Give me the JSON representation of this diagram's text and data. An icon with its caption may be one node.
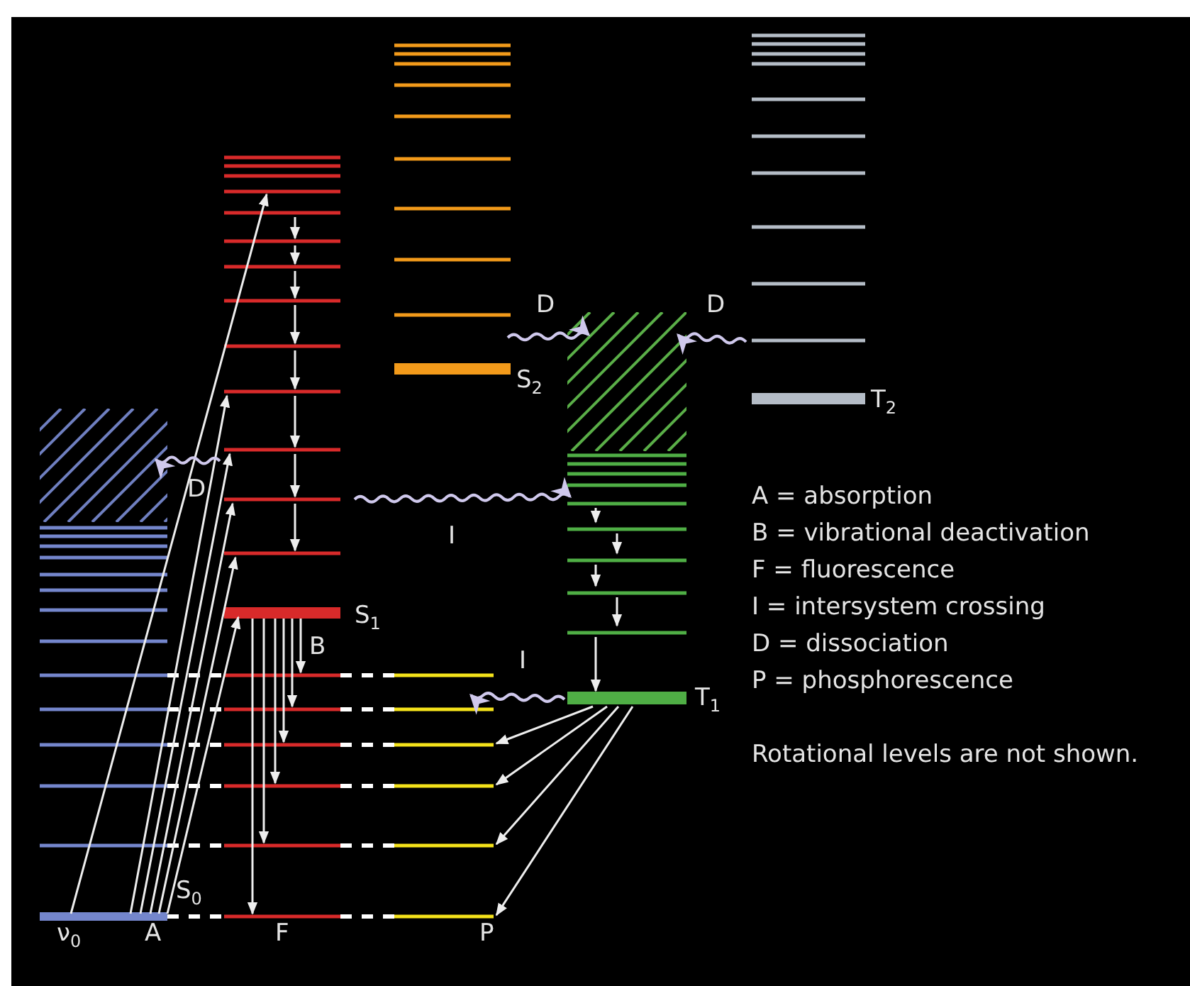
{
  "diagram": {
    "labels": [
      "D",
      "D",
      "S$_{2}$",
      "T$_{2}$",
      "D",
      "A = absorption",
      "I",
      "B = vibrational deactivation",
      "F = fluorescence",
      "S$_{1}$",
      "I = intersystem crossing",
      "B",
      "D = dissociation",
      "I",
      "P = phosphorescence",
      "T$_{1}$",
      "Rotational levels are not shown.",
      "S$_{0}$",
      "ν$_{0}$",
      "A",
      "F",
      "P"
    ]
  }
}
